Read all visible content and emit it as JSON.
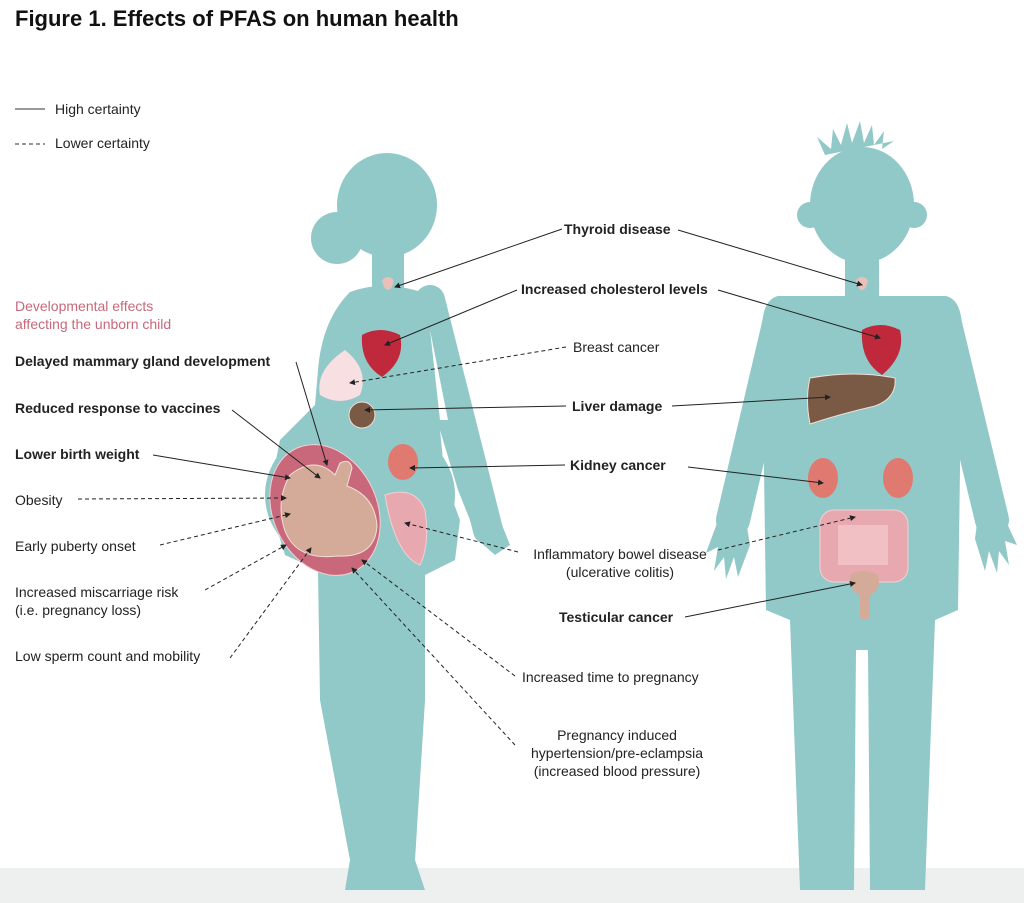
{
  "title": "Figure 1. Effects of PFAS on human health",
  "legend": {
    "solid": "High certainty",
    "dashed": "Lower certainty"
  },
  "developmental_heading": [
    "Developmental effects",
    "affecting the unborn child"
  ],
  "left_labels": {
    "mammary": "Delayed mammary gland development",
    "vaccines": "Reduced response to vaccines",
    "birth_weight": "Lower birth weight",
    "obesity": "Obesity",
    "puberty": "Early puberty onset",
    "miscarriage": [
      "Increased miscarriage risk",
      "(i.e. pregnancy loss)"
    ],
    "sperm": "Low sperm count and mobility"
  },
  "center_labels": {
    "thyroid": "Thyroid disease",
    "cholesterol": "Increased cholesterol levels",
    "breast": "Breast cancer",
    "liver": "Liver damage",
    "kidney": "Kidney cancer",
    "ibd": [
      "Inflammatory bowel disease",
      "(ulcerative colitis)"
    ],
    "testicular": "Testicular cancer",
    "time_pregnancy": "Increased time to pregnancy",
    "hypertension": [
      "Pregnancy induced",
      "hypertension/pre-eclampsia",
      "(increased blood pressure)"
    ]
  },
  "colors": {
    "body": "#91c8c8",
    "heart": "#c0283c",
    "liver": "#7a5a45",
    "kidney": "#e07a70",
    "uterus": "#c8687a",
    "fetus": "#d4ab98",
    "breast": "#f7dfe2",
    "intestine": "#e8a8b0",
    "heading": "#c8687a"
  }
}
